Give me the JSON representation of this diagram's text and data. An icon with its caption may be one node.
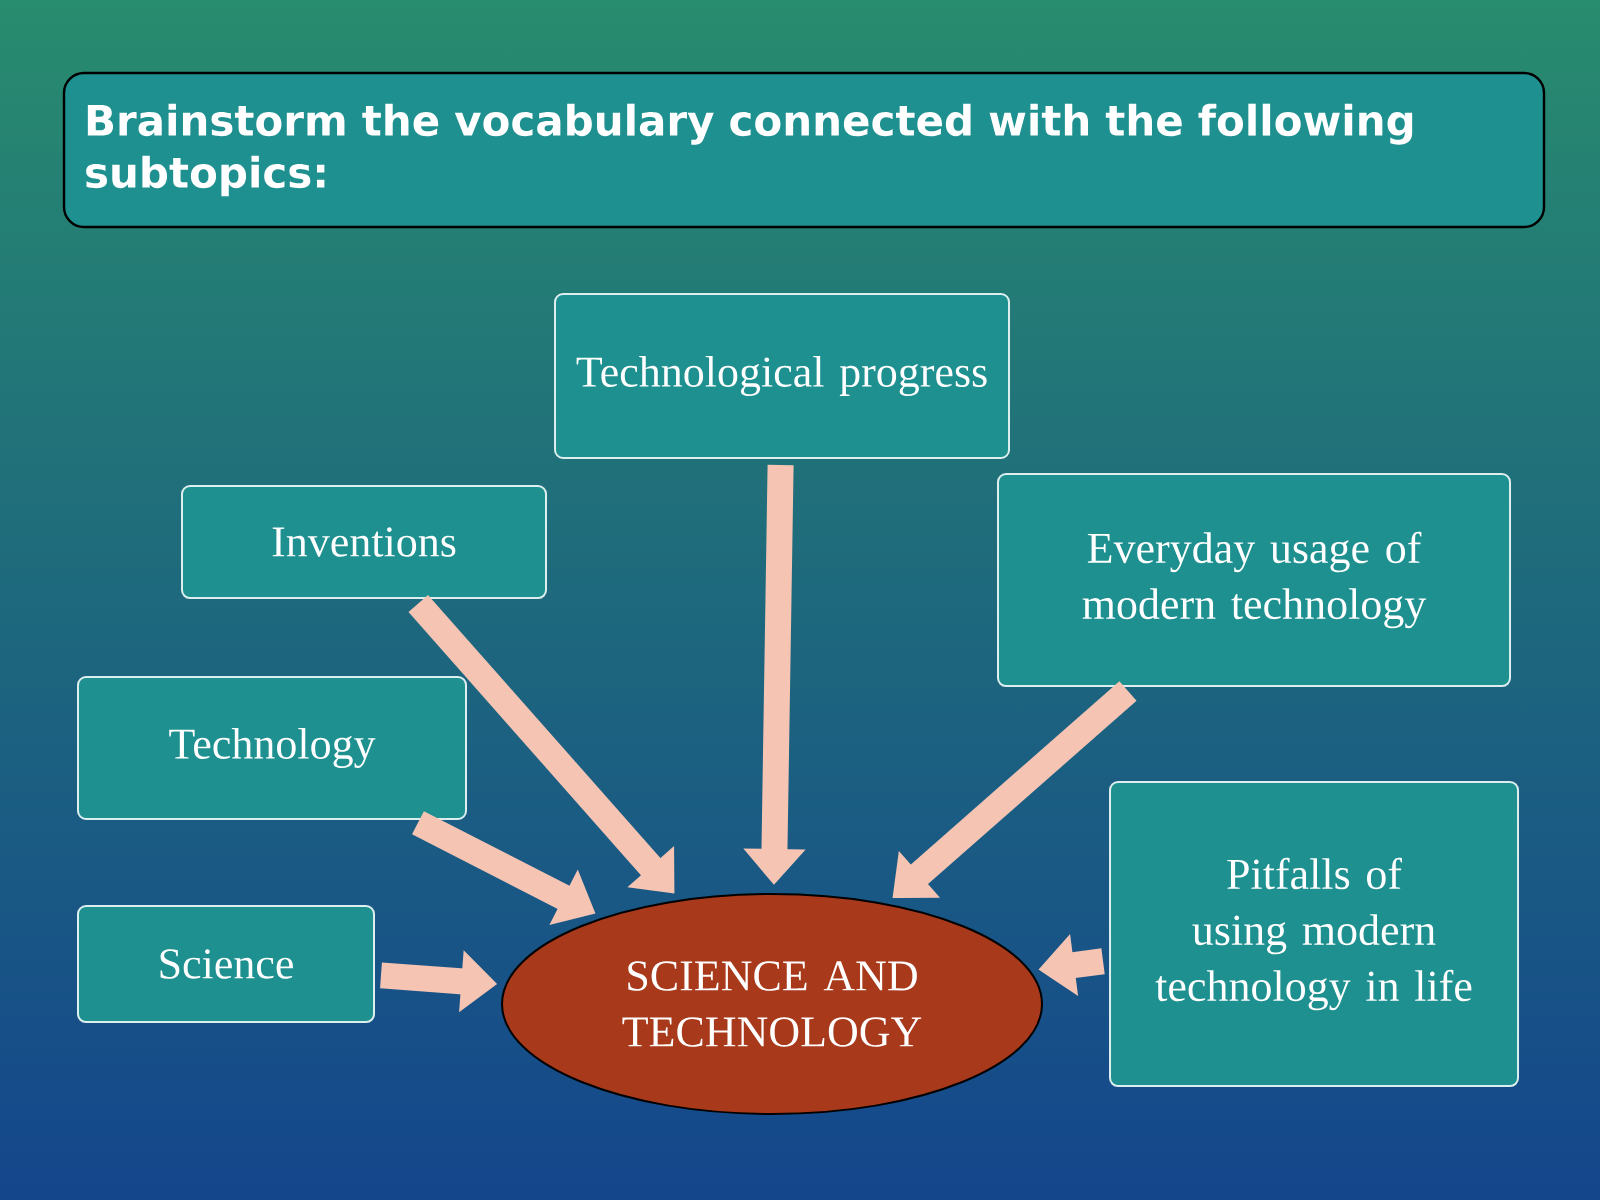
{
  "diagram": {
    "nodes": [
      {
        "text": [
          "Brainstorm the vocabulary connected with the following subtopics:"
        ]
      },
      {
        "text": [
          "Technological progress"
        ]
      },
      {
        "text": [
          "Inventions"
        ]
      },
      {
        "text": [
          "Everyday usage of modern technology"
        ]
      },
      {
        "text": [
          "Technology"
        ]
      },
      {
        "text": [
          "Pitfalls of using modern technology in life"
        ]
      },
      {
        "text": [
          "Science"
        ]
      },
      {
        "text": [
          "SCIENCE AND TECHNOLOGY"
        ]
      }
    ],
    "edges": [
      {
        "from": 1,
        "to": 7,
        "arrow": "to"
      },
      {
        "from": 2,
        "to": 7,
        "arrow": "to"
      },
      {
        "from": 3,
        "to": 7,
        "arrow": "to"
      },
      {
        "from": 4,
        "to": 7,
        "arrow": "to"
      },
      {
        "from": 5,
        "to": 7,
        "arrow": "to"
      },
      {
        "from": 6,
        "to": 7,
        "arrow": "to"
      }
    ]
  }
}
